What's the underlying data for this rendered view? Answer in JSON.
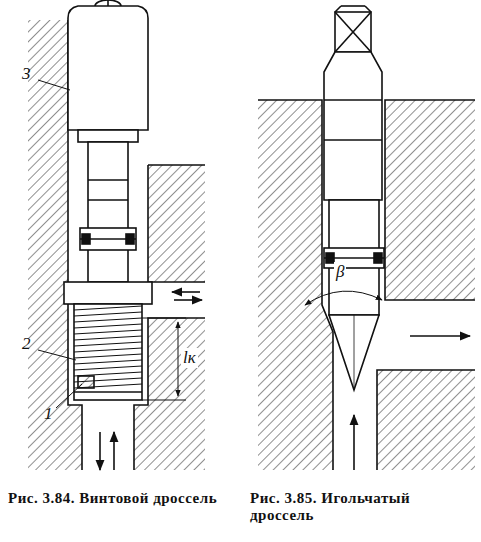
{
  "diagram": {
    "labels": [
      "3",
      "2",
      "1",
      "lк",
      "β",
      "Рис. 3.84. Винтовой дроссель",
      "Рис. 3.85. Игольчатый дроссель"
    ]
  }
}
